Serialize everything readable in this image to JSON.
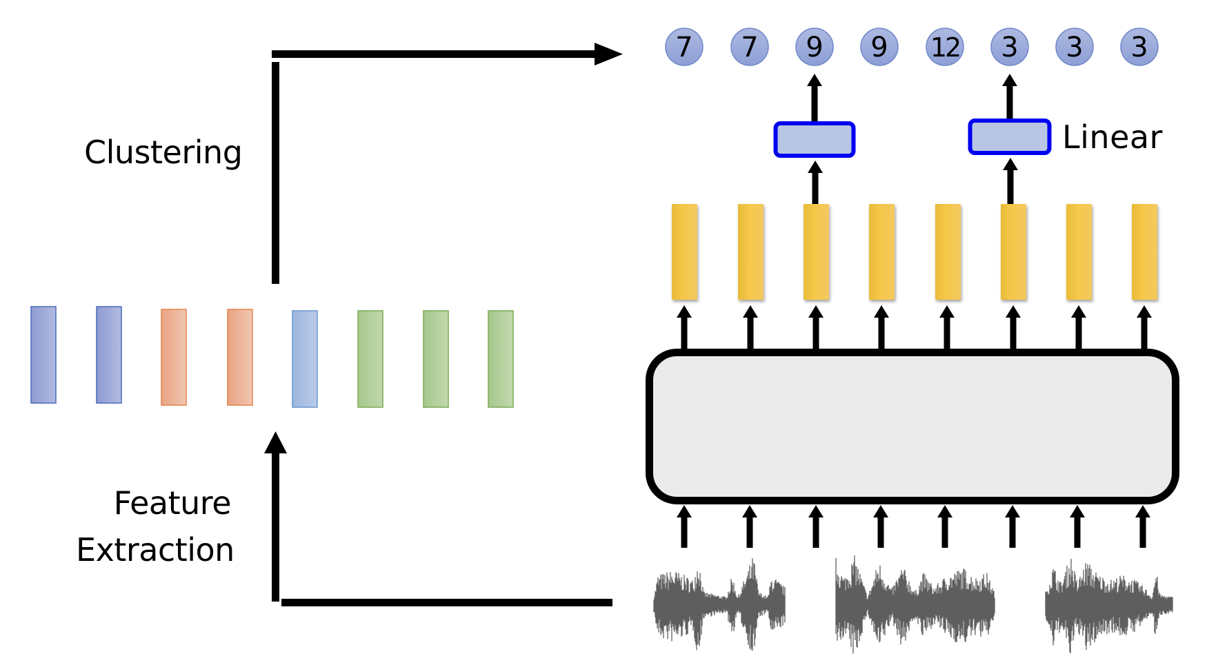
{
  "labels": {
    "clustering": "Clustering",
    "feature_extraction_line1": "Feature",
    "feature_extraction_line2": "Extraction",
    "linear": "Linear"
  },
  "cluster_targets": [
    "7",
    "7",
    "9",
    "9",
    "12",
    "3",
    "3",
    "3"
  ],
  "masked_positions_with_linear_head": [
    2,
    5
  ],
  "feature_vectors": {
    "count": 8,
    "color_groups": [
      "indigo",
      "indigo",
      "orange",
      "orange",
      "blue",
      "green",
      "green",
      "green"
    ]
  },
  "transformer_outputs": {
    "count": 8
  },
  "transformer_inputs": {
    "count": 8
  },
  "waveform_segments": 3,
  "colors": {
    "indigo": {
      "fill_from": "#8e9bd3",
      "fill_to": "#b2bbe0",
      "stroke": "#4a6ab8"
    },
    "orange": {
      "fill_from": "#e9a381",
      "fill_to": "#f1c7b2",
      "stroke": "#e2834c"
    },
    "blue": {
      "fill_from": "#9cb6de",
      "fill_to": "#bacbe8",
      "stroke": "#6a95cc"
    },
    "green": {
      "fill_from": "#a6c78c",
      "fill_to": "#c2d8ad",
      "stroke": "#79aa55"
    },
    "yellow": {
      "fill_from": "#e9bb3a",
      "fill_mid": "#f5c84a",
      "fill_to": "#f3c85f"
    },
    "circle": {
      "fill_top": "#adb9e0",
      "fill_bottom": "#8d9fd6",
      "stroke": "#6f87c8"
    },
    "linear_box": {
      "fill": "#b8c6e4",
      "stroke": "#0000f0"
    },
    "encoder_box": {
      "fill": "#ebebeb",
      "stroke": "#000000"
    },
    "waveform": "#555555",
    "arrow": "#000000"
  }
}
